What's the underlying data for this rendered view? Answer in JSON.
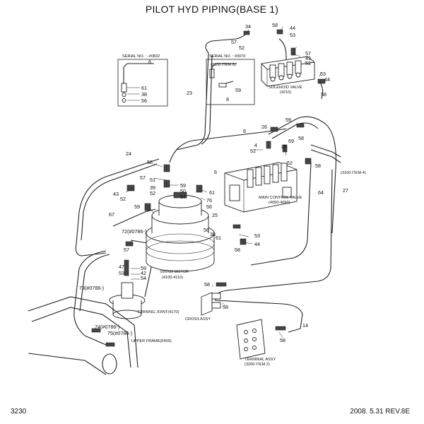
{
  "title": "PILOT HYD PIPING(BASE 1)",
  "page_number": "3230",
  "revision": "2008. 5.31  REV.8E",
  "captions": {
    "serial_left": "SERIAL NO. : -#0832",
    "serial_right": "SERIAL NO. : #0070",
    "item_3100_6": "(3100 ITEM 6)",
    "solenoid_valve": "SOLENOID VALVE",
    "solenoid_ref": "(4210)",
    "item_3100_4": "(3100 ITEM 4)",
    "main_control_valve": "MAIN CONTROL VALVE",
    "mcv_ref": "(4050-4090)",
    "swing_motor": "SWING MOTOR",
    "swing_ref": "(4100-4110)",
    "turning_joint": "TURNING JOINT(4170)",
    "upper_frame": "UPPER FRAME(6400)",
    "cross_assy": "CROSS ASSY",
    "terminal_assy": "TERMINAL ASSY",
    "terminal_ref": "(3200 ITEM 2)"
  },
  "labels": {
    "l_6a": "6",
    "l_61a": "61",
    "l_38a": "38",
    "l_56a": "56",
    "l_34": "34",
    "l_57a": "57",
    "l_52a": "52",
    "l_58a": "58",
    "l_44a": "44",
    "l_53a": "53",
    "l_57b": "57",
    "l_43a": "43",
    "l_52b": "52",
    "l_23": "23",
    "l_59a": "59",
    "l_8a": "8",
    "l_53b": "53",
    "l_44b": "44",
    "l_58b": "58",
    "l_59b": "59",
    "l_26": "26",
    "l_8b": "8",
    "l_4": "4",
    "l_52c": "52",
    "l_69": "69",
    "l_26b": "26",
    "l_58c": "58",
    "l_52d": "52",
    "l_58d": "58",
    "l_24": "24",
    "l_58e": "58",
    "l_57c": "57",
    "l_51": "51",
    "l_39": "39",
    "l_52e": "52",
    "l_59c": "59",
    "l_50": "50",
    "l_54a": "54",
    "l_6b": "6",
    "l_61b": "61",
    "l_76": "76",
    "l_56b": "56",
    "l_43b": "43",
    "l_52f": "52",
    "l_59d": "59",
    "l_67": "67",
    "l_25": "25",
    "l_56c": "56",
    "l_38b": "38",
    "l_61c": "61",
    "l_53c": "53",
    "l_58f": "58",
    "l_44c": "44",
    "l_64": "64",
    "l_27": "27",
    "l_72": "72(#0786-)",
    "l_57d": "57",
    "l_47": "47",
    "l_53d": "53",
    "l_59e": "59",
    "l_42": "42",
    "l_54b": "54",
    "l_73": "73(#0786-)",
    "l_74": "74(#0786-)",
    "l_75": "75(#0786-)",
    "l_58g": "58",
    "l_58h": "58",
    "l_14": "14",
    "l_58i": "58"
  }
}
